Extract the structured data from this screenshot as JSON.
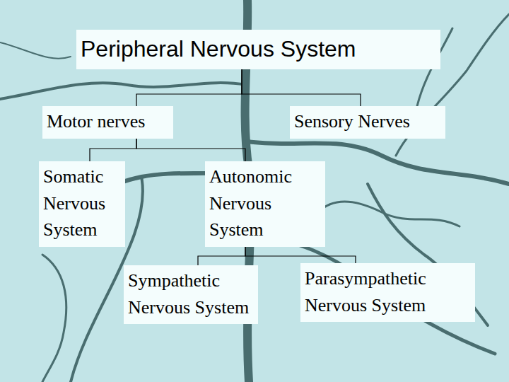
{
  "diagram": {
    "nodes": [
      {
        "text": [
          "Peripheral Nervous System"
        ]
      },
      {
        "text": [
          "Motor nerves"
        ]
      },
      {
        "text": [
          "Sensory Nerves"
        ]
      },
      {
        "text": [
          "Somatic Nervous System"
        ]
      },
      {
        "text": [
          "Autonomic Nervous System"
        ]
      },
      {
        "text": [
          "Sympathetic Nervous System"
        ]
      },
      {
        "text": [
          "Parasympathetic Nervous System"
        ]
      }
    ],
    "edges": [
      {
        "from": 0,
        "to": 1,
        "arrow": "none"
      },
      {
        "from": 0,
        "to": 2,
        "arrow": "none"
      },
      {
        "from": 1,
        "to": 3,
        "arrow": "none"
      },
      {
        "from": 1,
        "to": 4,
        "arrow": "none"
      },
      {
        "from": 4,
        "to": 5,
        "arrow": "none"
      },
      {
        "from": 4,
        "to": 6,
        "arrow": "none"
      }
    ]
  }
}
